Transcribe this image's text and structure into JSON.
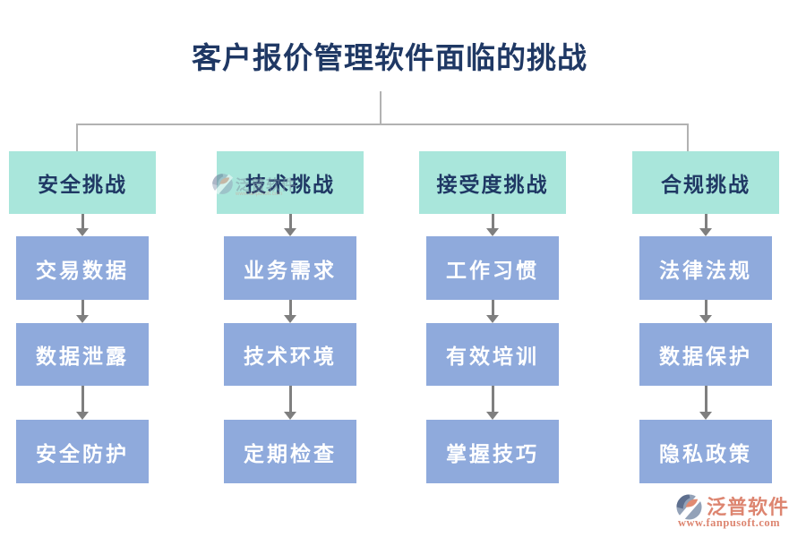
{
  "title": "客户报价管理软件面临的挑战",
  "columns": [
    {
      "header": "安全挑战",
      "items": [
        "交易数据",
        "数据泄露",
        "安全防护"
      ]
    },
    {
      "header": "技术挑战",
      "items": [
        "业务需求",
        "技术环境",
        "定期检查"
      ]
    },
    {
      "header": "接受度挑战",
      "items": [
        "工作习惯",
        "有效培训",
        "掌握技巧"
      ]
    },
    {
      "header": "合规挑战",
      "items": [
        "法律法规",
        "数据保护",
        "隐私政策"
      ]
    }
  ],
  "watermark": {
    "logo_text": "泛普软件",
    "sub_text": "www.fanpusoft.com"
  },
  "branding": {
    "logo_text": "泛普软件",
    "website": "www.fanpusoft.com"
  },
  "colors": {
    "header_fill": "#A9E6DB",
    "item_fill": "#8FAADC",
    "title_text": "#1F3864",
    "item_text": "#FFFFFF",
    "arrow": "#7F7F7F",
    "connector": "#B2B2B2",
    "brand": "#DD8570"
  }
}
